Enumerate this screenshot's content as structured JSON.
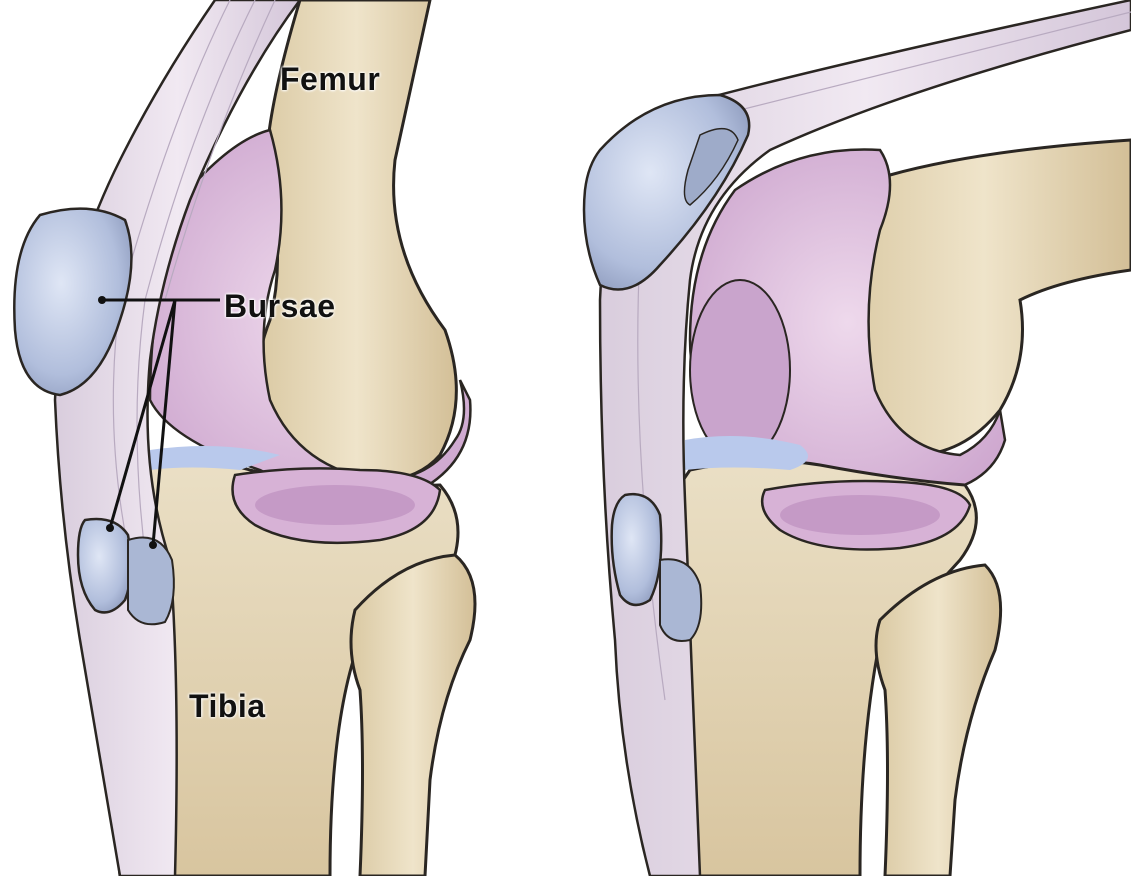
{
  "labels": {
    "femur": "Femur",
    "bursae": "Bursae",
    "tibia": "Tibia"
  },
  "colors": {
    "bone": "#e9dcc0",
    "bone_shadow": "#c9b58e",
    "tendon": "#ece2ee",
    "tendon_shade": "#cbbfd2",
    "cartilage": "#dcbcdb",
    "cartilage_dark": "#c294c4",
    "bursa": "#b3c1df",
    "bursa_dark": "#7e8cae",
    "meniscus_blue": "#b9c9ec",
    "outline": "#2a2622",
    "leader_line": "#111111"
  }
}
